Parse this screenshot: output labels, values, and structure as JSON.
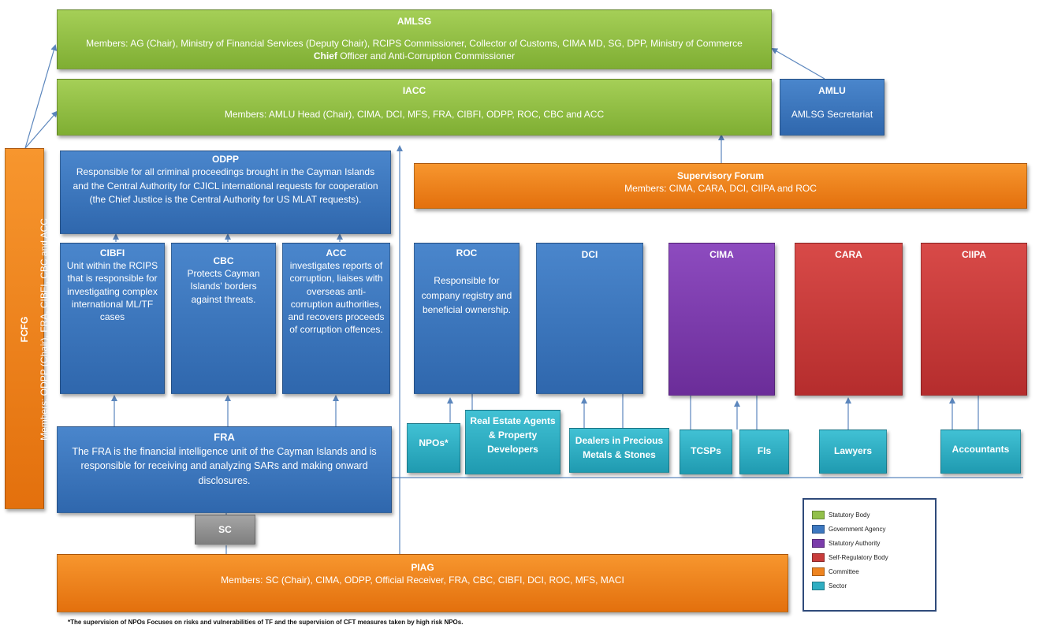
{
  "amlsg": {
    "title": "AMLSG",
    "members_a": "Members: AG (Chair), Ministry of Financial Services (Deputy Chair), RCIPS Commissioner, Collector of Customs, CIMA MD, SG, DPP, Ministry of Commerce ",
    "members_bold": "Chief",
    "members_b": " Officer and Anti-Corruption Commissioner"
  },
  "iacc": {
    "title": "IACC",
    "members": "Members: AMLU Head (Chair), CIMA, DCI, MFS, FRA, CIBFI, ODPP, ROC, CBC and ACC"
  },
  "amlu": {
    "title": "AMLU",
    "desc": "AMLSG Secretariat"
  },
  "fcfg": {
    "title": "FCFG",
    "members": "Members: ODPP (Chair), FRA, CIBFI, CBC and ACC"
  },
  "odpp": {
    "title": "ODPP",
    "desc": "Responsible for all criminal proceedings brought in the Cayman Islands and the Central Authority for CJICL international requests for cooperation (the Chief Justice is the Central Authority for US MLAT requests)."
  },
  "supervisory_forum": {
    "title": "Supervisory Forum",
    "members": "Members: CIMA, CARA, DCI, CIIPA and ROC"
  },
  "cibfi": {
    "title": "CIBFI",
    "desc": "Unit within the RCIPS that is responsible for investigating complex international ML/TF cases"
  },
  "cbc": {
    "title": "CBC",
    "desc": "Protects Cayman Islands' borders against threats."
  },
  "acc": {
    "title": "ACC",
    "desc": "investigates reports of corruption, liaises with overseas anti-corruption authorities, and recovers proceeds of corruption offences."
  },
  "roc": {
    "title": "ROC",
    "desc": "Responsible for company registry and beneficial ownership."
  },
  "dci": {
    "title": "DCI"
  },
  "cima": {
    "title": "CIMA"
  },
  "cara": {
    "title": "CARA"
  },
  "ciipa": {
    "title": "CIIPA"
  },
  "fra": {
    "title": "FRA",
    "desc": "The FRA is the financial intelligence unit of the Cayman Islands and is responsible for receiving and analyzing SARs and making onward disclosures."
  },
  "sectors": {
    "npos": "NPOs*",
    "real_estate": "Real Estate Agents & Property Developers",
    "dealers": "Dealers in Precious Metals & Stones",
    "tcsps": "TCSPs",
    "fis": "FIs",
    "lawyers": "Lawyers",
    "accountants": "Accountants"
  },
  "sc": {
    "title": "SC"
  },
  "piag": {
    "title": "PIAG",
    "members": "Members: SC (Chair), CIMA, ODPP, Official Receiver, FRA, CBC, CIBFI, DCI, ROC, MFS, MACI"
  },
  "legend": [
    {
      "label": "Statutory Body",
      "color": "#92c04a"
    },
    {
      "label": "Government Agency",
      "color": "#3d78c0"
    },
    {
      "label": "Statutory Authority",
      "color": "#7b3cab"
    },
    {
      "label": "Self-Regulatory Body",
      "color": "#c83c3b"
    },
    {
      "label": "Committee",
      "color": "#ee8420"
    },
    {
      "label": "Sector",
      "color": "#30aec2"
    }
  ],
  "footnote": "*The supervision of NPOs Focuses on risks and vulnerabilities of TF and the supervision of CFT measures taken by high risk NPOs."
}
